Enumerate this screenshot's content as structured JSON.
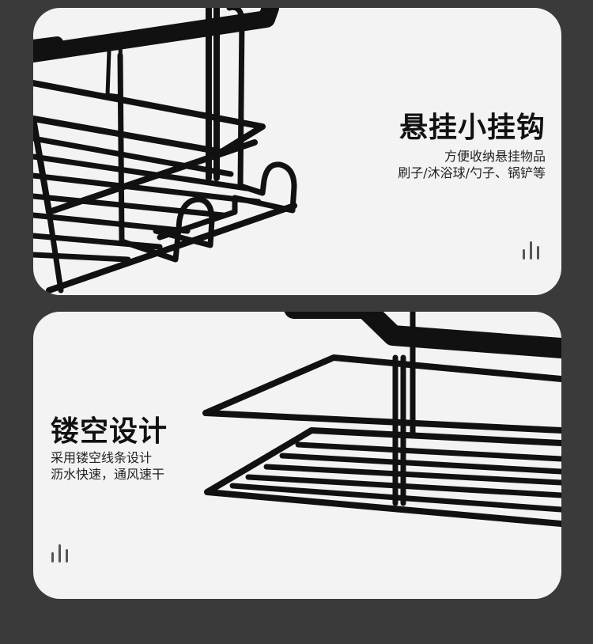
{
  "panels": [
    {
      "title": "悬挂小挂钩",
      "lines": [
        "方便收纳悬挂物品",
        "刷子/沐浴球/勺子、锅铲等"
      ],
      "icon": "signal-bars-icon"
    },
    {
      "title": "镂空设计",
      "lines": [
        "采用镂空线条设计",
        "沥水快速，通风速干"
      ],
      "icon": "signal-bars-icon"
    }
  ],
  "colors": {
    "background": "#3a3a3a",
    "card": "#f3f3f3",
    "rack": "#111111",
    "text": "#111111"
  }
}
